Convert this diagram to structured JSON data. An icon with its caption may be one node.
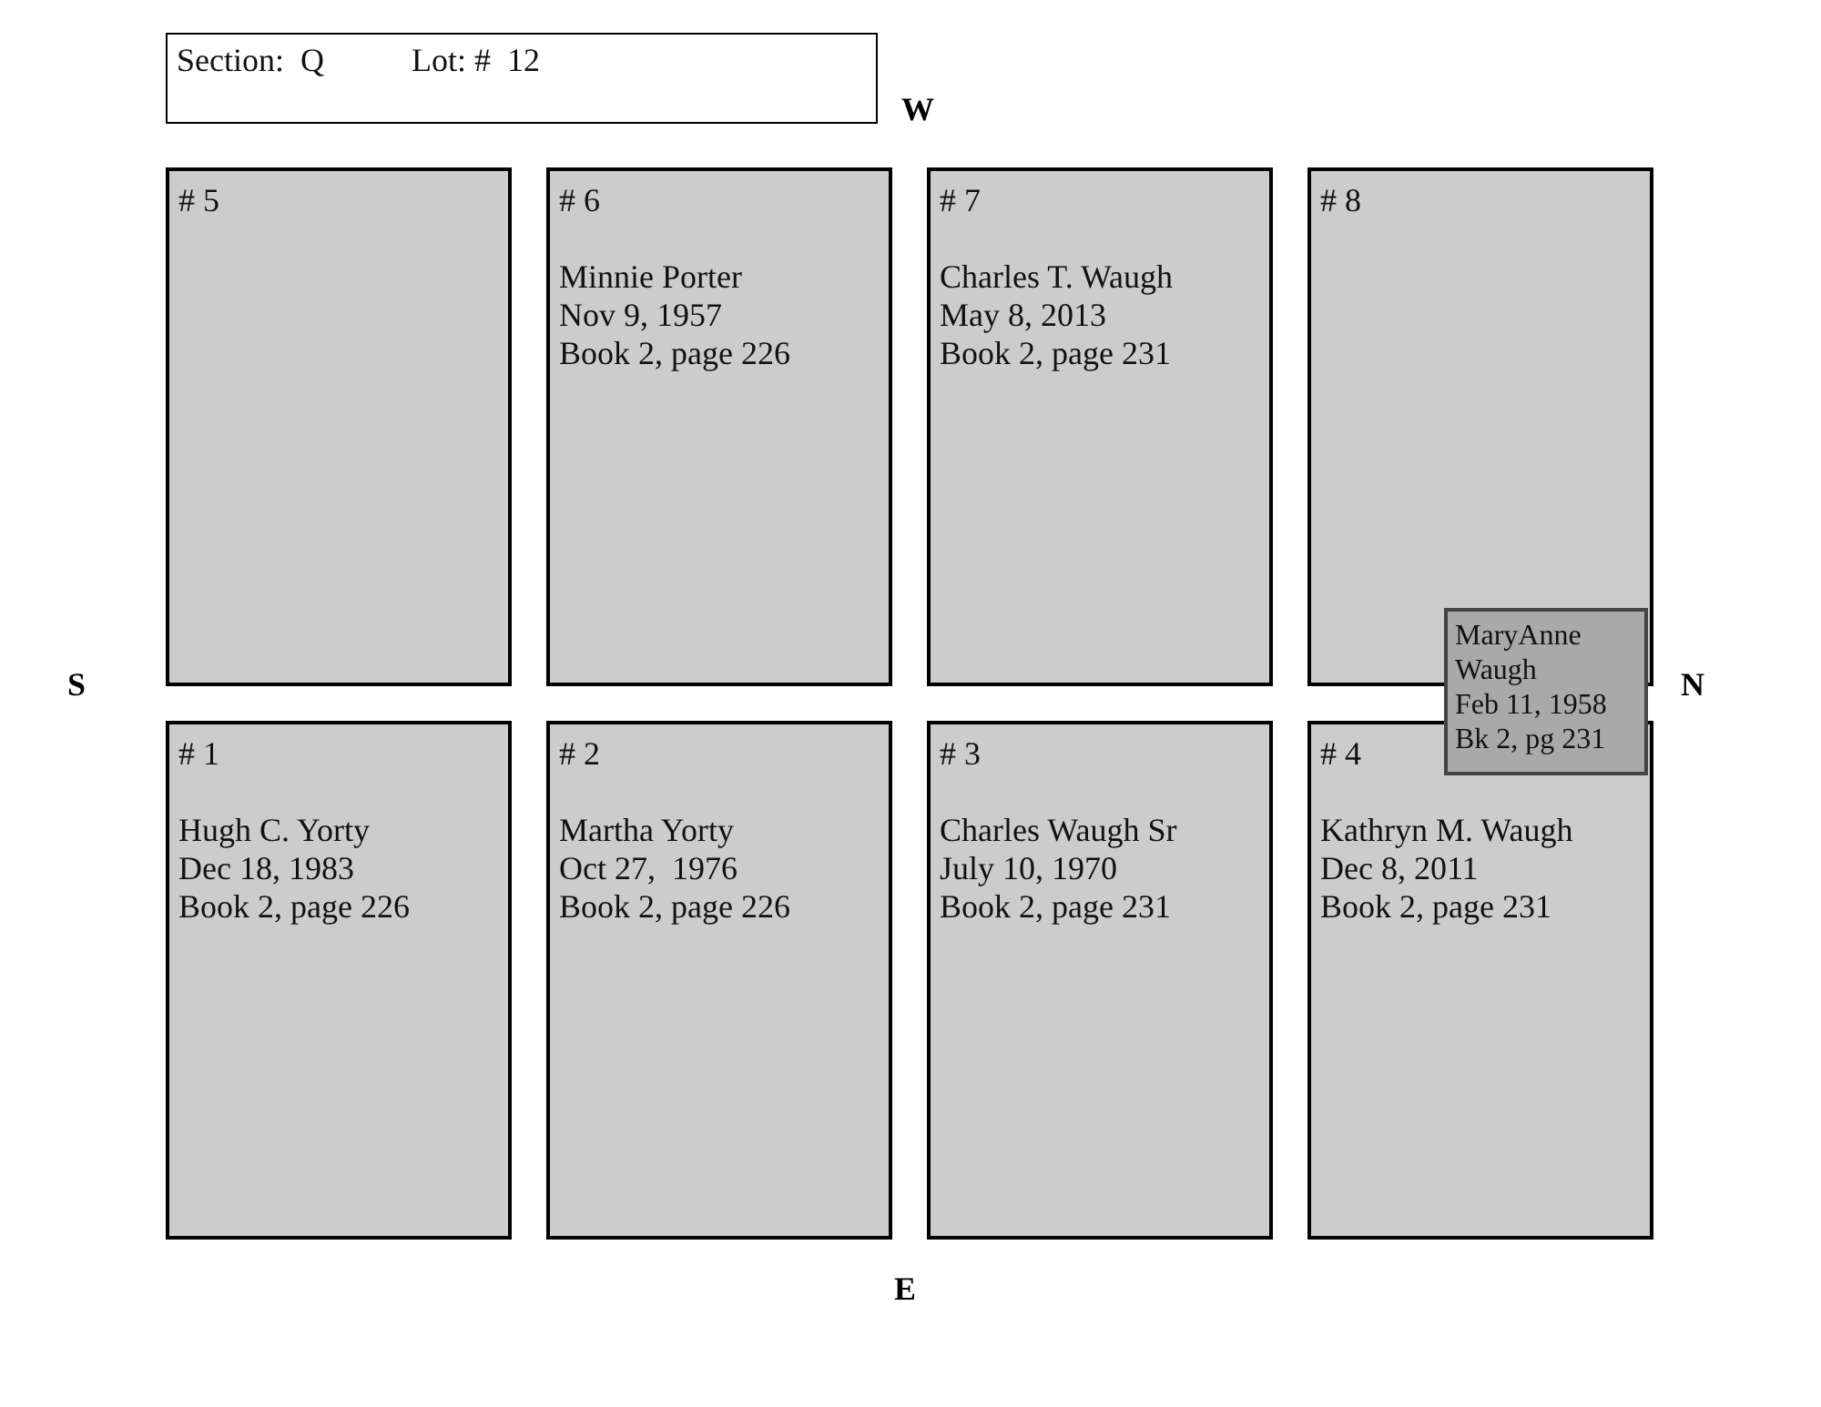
{
  "diagram": {
    "nodes": [
      {
        "text": [
          "Section:  Q",
          "Lot: #  12"
        ]
      },
      {
        "text": [
          "# 5"
        ]
      },
      {
        "text": [
          "# 6",
          "Minnie Porter",
          "Nov 9, 1957",
          "Book 2, page 226"
        ]
      },
      {
        "text": [
          "# 7",
          "Charles T. Waugh",
          "May 8, 2013",
          "Book 2, page 231"
        ]
      },
      {
        "text": [
          "# 8"
        ]
      },
      {
        "text": [
          "MaryAnne Waugh",
          "Feb 11, 1958",
          "Bk 2, pg 231"
        ]
      },
      {
        "text": [
          "# 1",
          "Hugh C. Yorty",
          "Dec 18, 1983",
          "Book 2, page 226"
        ]
      },
      {
        "text": [
          "# 2",
          "Martha Yorty",
          "Oct 27,  1976",
          "Book 2, page 226"
        ]
      },
      {
        "text": [
          "# 3",
          "Charles Waugh Sr",
          "July 10, 1970",
          "Book 2, page 231"
        ]
      },
      {
        "text": [
          "# 4",
          "Kathryn M. Waugh",
          "Dec 8, 2011",
          "Book 2, page 231"
        ]
      }
    ],
    "labels": [
      "W",
      "S",
      "N",
      "E"
    ]
  }
}
